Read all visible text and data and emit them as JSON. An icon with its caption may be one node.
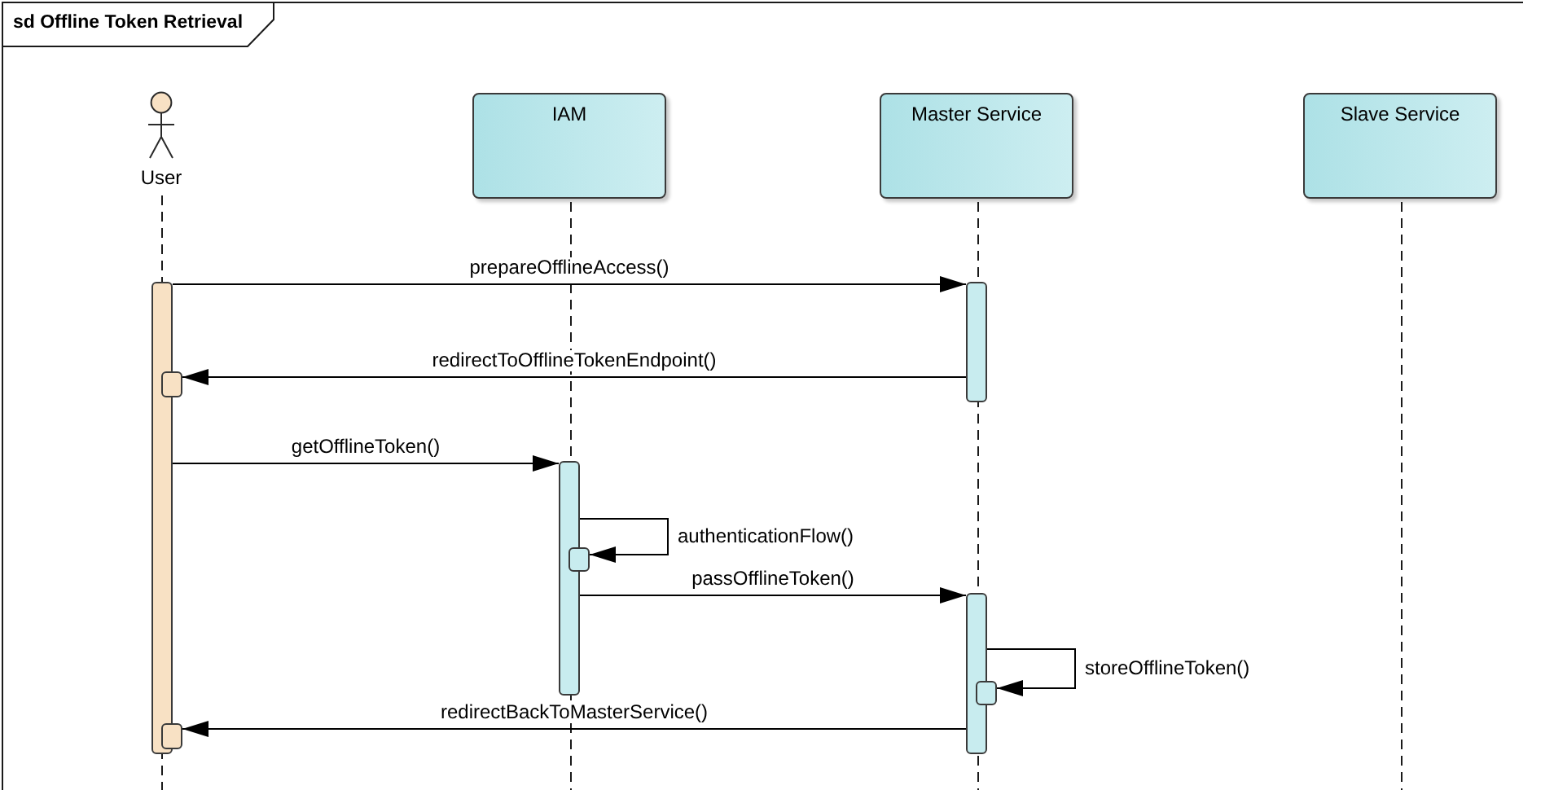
{
  "diagram": {
    "title": "sd Offline Token Retrieval",
    "nodes": [
      {
        "text": [
          "User"
        ]
      },
      {
        "text": [
          "IAM"
        ]
      },
      {
        "text": [
          "Master Service"
        ]
      },
      {
        "text": [
          "Slave Service"
        ]
      },
      {
        "text": [],
        "shape": "bar"
      },
      {
        "text": [],
        "shape": "bar"
      },
      {
        "text": [],
        "shape": "bar"
      },
      {
        "text": [],
        "shape": "bar"
      },
      {
        "text": [],
        "shape": "bar"
      },
      {
        "text": [],
        "shape": "bar"
      },
      {
        "text": [],
        "shape": "bar"
      },
      {
        "text": [],
        "shape": "bar"
      }
    ],
    "edges": [
      {
        "from": 4,
        "to": 5,
        "arrow": "to",
        "label": "prepareOfflineAccess()"
      },
      {
        "from": 5,
        "to": 6,
        "arrow": "to",
        "label": "redirectToOfflineTokenEndpoint()"
      },
      {
        "from": 4,
        "to": 7,
        "arrow": "to",
        "label": "getOfflineToken()"
      },
      {
        "from": 7,
        "to": 8,
        "arrow": "to",
        "label": "authenticationFlow()"
      },
      {
        "from": 7,
        "to": 9,
        "arrow": "to",
        "label": "passOfflineToken()"
      },
      {
        "from": 9,
        "to": 10,
        "arrow": "to",
        "label": "storeOfflineToken()"
      },
      {
        "from": 9,
        "to": 11,
        "arrow": "to",
        "label": "redirectBackToMasterService()"
      }
    ]
  }
}
